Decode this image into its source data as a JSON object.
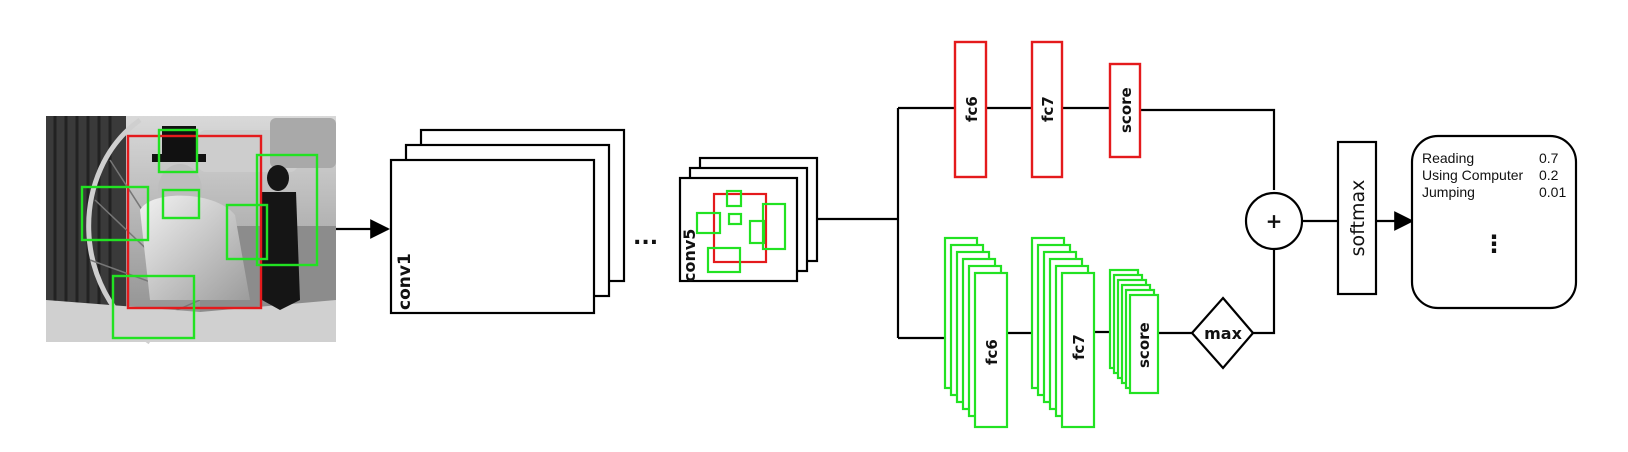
{
  "colors": {
    "region_primary": "#e41a1c",
    "region_secondary": "#22e222",
    "stroke": "#000000"
  },
  "input_image": {
    "description_icon": "photo-icon"
  },
  "conv_labels": {
    "conv1": "conv1",
    "ellipsis": "...",
    "conv5": "conv5"
  },
  "top_branch": {
    "fc6": "fc6",
    "fc7": "fc7",
    "score": "score"
  },
  "bottom_branch": {
    "fc6": "fc6",
    "fc7": "fc7",
    "score": "score",
    "max": "max"
  },
  "combine": {
    "plus": "+",
    "softmax": "softmax"
  },
  "output": {
    "rows": [
      {
        "label": "Reading",
        "value": "0.7"
      },
      {
        "label": "Using Computer",
        "value": "0.2"
      },
      {
        "label": "Jumping",
        "value": "0.01"
      }
    ],
    "more": "⋮"
  }
}
